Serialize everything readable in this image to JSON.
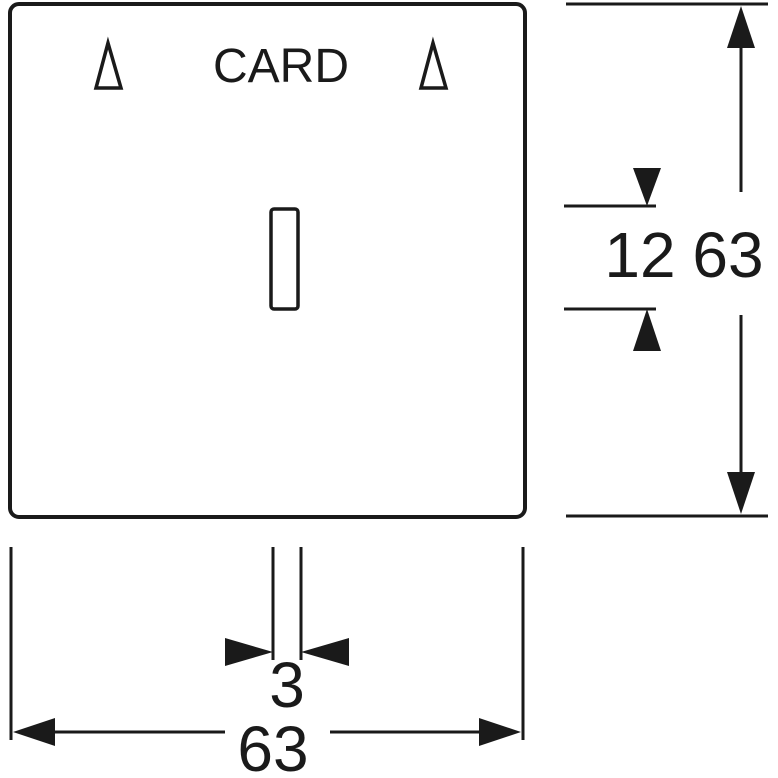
{
  "plate": {
    "label": "CARD"
  },
  "dimensions": {
    "overall_width": "63",
    "overall_height": "63",
    "slot_width": "3",
    "slot_height": "12"
  },
  "colors": {
    "line": "#1a1a1a",
    "background": "#ffffff"
  }
}
